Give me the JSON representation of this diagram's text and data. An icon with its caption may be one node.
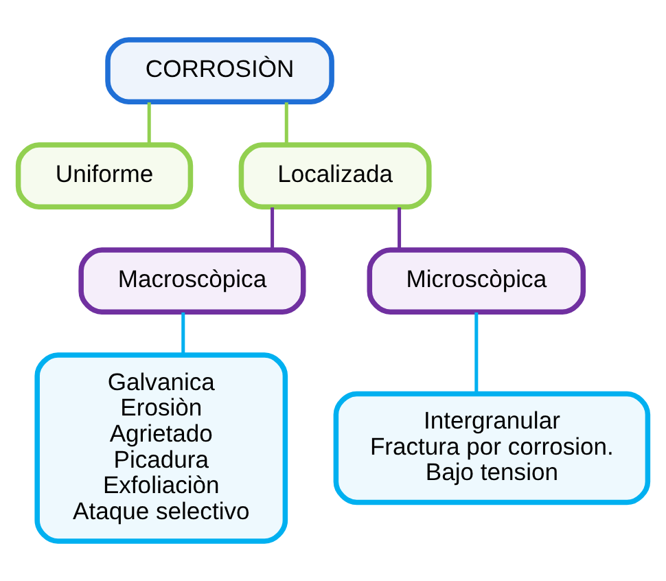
{
  "diagram": {
    "nodes": [
      {
        "text": [
          "CORROSIÒN"
        ]
      },
      {
        "text": [
          "Uniforme"
        ]
      },
      {
        "text": [
          "Localizada"
        ]
      },
      {
        "text": [
          "Macroscòpica"
        ]
      },
      {
        "text": [
          "Microscòpica"
        ]
      },
      {
        "text": [
          "Galvanica",
          "Erosiòn",
          "Agrietado",
          "Picadura",
          "Exfoliaciòn",
          "Ataque selectivo"
        ]
      },
      {
        "text": [
          "Intergranular",
          "Fractura por corrosion.",
          "Bajo tension"
        ]
      }
    ],
    "edges": [
      {
        "from": 0,
        "to": 1,
        "arrow": "none",
        "color": "#92d050"
      },
      {
        "from": 0,
        "to": 2,
        "arrow": "none",
        "color": "#92d050"
      },
      {
        "from": 2,
        "to": 3,
        "arrow": "none",
        "color": "#7030a0"
      },
      {
        "from": 2,
        "to": 4,
        "arrow": "none",
        "color": "#7030a0"
      },
      {
        "from": 3,
        "to": 5,
        "arrow": "none",
        "color": "#00b0f0"
      },
      {
        "from": 4,
        "to": 6,
        "arrow": "none",
        "color": "#00b0f0"
      }
    ]
  }
}
